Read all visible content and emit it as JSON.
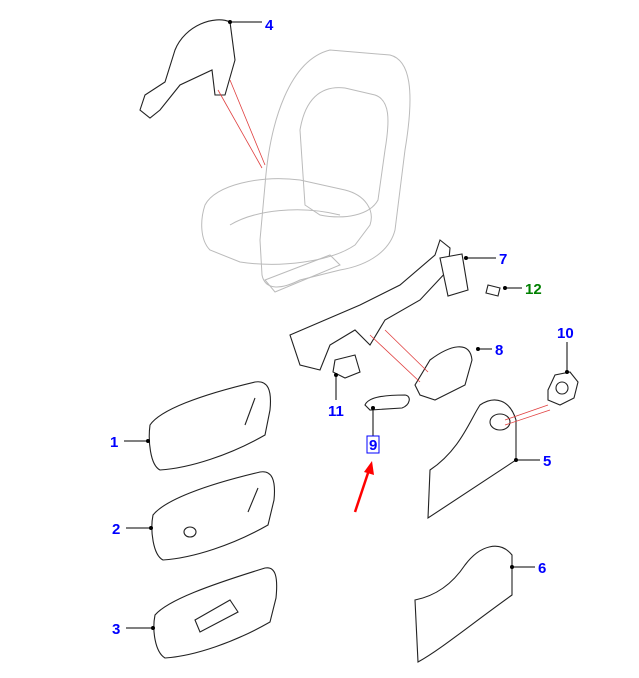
{
  "diagram": {
    "colors": {
      "callout": "#0000ff",
      "callout_alt": "#008000",
      "arrow": "#ff0000",
      "highlight_box": "#0000ff"
    },
    "callouts": [
      {
        "id": "1",
        "label": "1",
        "color": "#0000ff"
      },
      {
        "id": "2",
        "label": "2",
        "color": "#0000ff"
      },
      {
        "id": "3",
        "label": "3",
        "color": "#0000ff"
      },
      {
        "id": "4",
        "label": "4",
        "color": "#0000ff"
      },
      {
        "id": "5",
        "label": "5",
        "color": "#0000ff"
      },
      {
        "id": "6",
        "label": "6",
        "color": "#0000ff"
      },
      {
        "id": "7",
        "label": "7",
        "color": "#0000ff"
      },
      {
        "id": "8",
        "label": "8",
        "color": "#0000ff"
      },
      {
        "id": "9",
        "label": "9",
        "color": "#0000ff",
        "highlighted": true
      },
      {
        "id": "10",
        "label": "10",
        "color": "#0000ff"
      },
      {
        "id": "11",
        "label": "11",
        "color": "#0000ff"
      },
      {
        "id": "12",
        "label": "12",
        "color": "#008000"
      }
    ]
  }
}
